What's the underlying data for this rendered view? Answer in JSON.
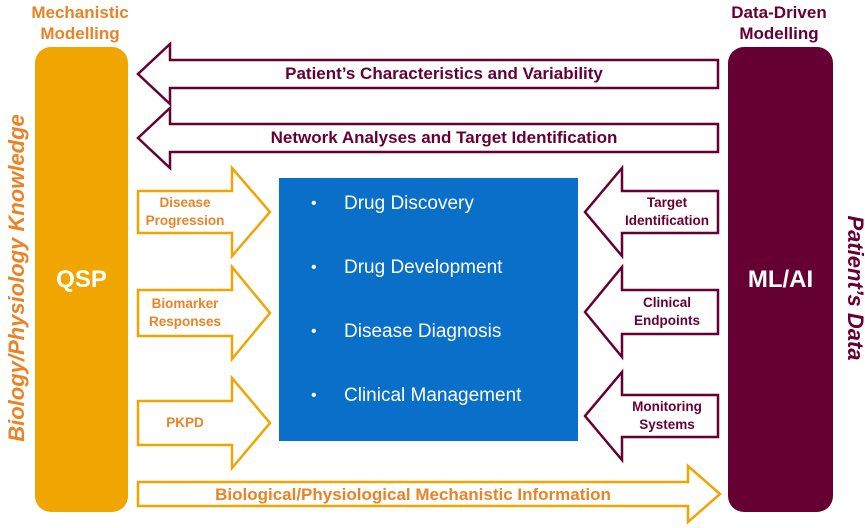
{
  "headers": {
    "left": [
      "Mechanistic",
      "Modelling"
    ],
    "right": [
      "Data-Driven",
      "Modelling"
    ]
  },
  "side_titles": {
    "left": "Biology/Physiology Knowledge",
    "right": "Patient’s Data"
  },
  "pillars": {
    "left": "QSP",
    "right": "ML/AI"
  },
  "banners": {
    "top1": "Patient’s Characteristics and Variability",
    "top2": "Network Analyses and Target Identification",
    "bottom": "Biological/Physiological Mechanistic Information"
  },
  "left_inputs": [
    [
      "Disease",
      "Progression"
    ],
    [
      "Biomarker",
      "Responses"
    ],
    [
      "PKPD"
    ]
  ],
  "right_inputs": [
    [
      "Target",
      "Identification"
    ],
    [
      "Clinical",
      "Endpoints"
    ],
    [
      "Monitoring",
      "Systems"
    ]
  ],
  "center_box": {
    "items": [
      "Drug Discovery",
      "Drug Development",
      "Disease Diagnosis",
      "Clinical Management"
    ]
  },
  "colors": {
    "orange": "#f0a500",
    "orange_text": "#e98325",
    "maroon": "#660033",
    "blue": "#0a6fc9",
    "white": "#ffffff"
  }
}
